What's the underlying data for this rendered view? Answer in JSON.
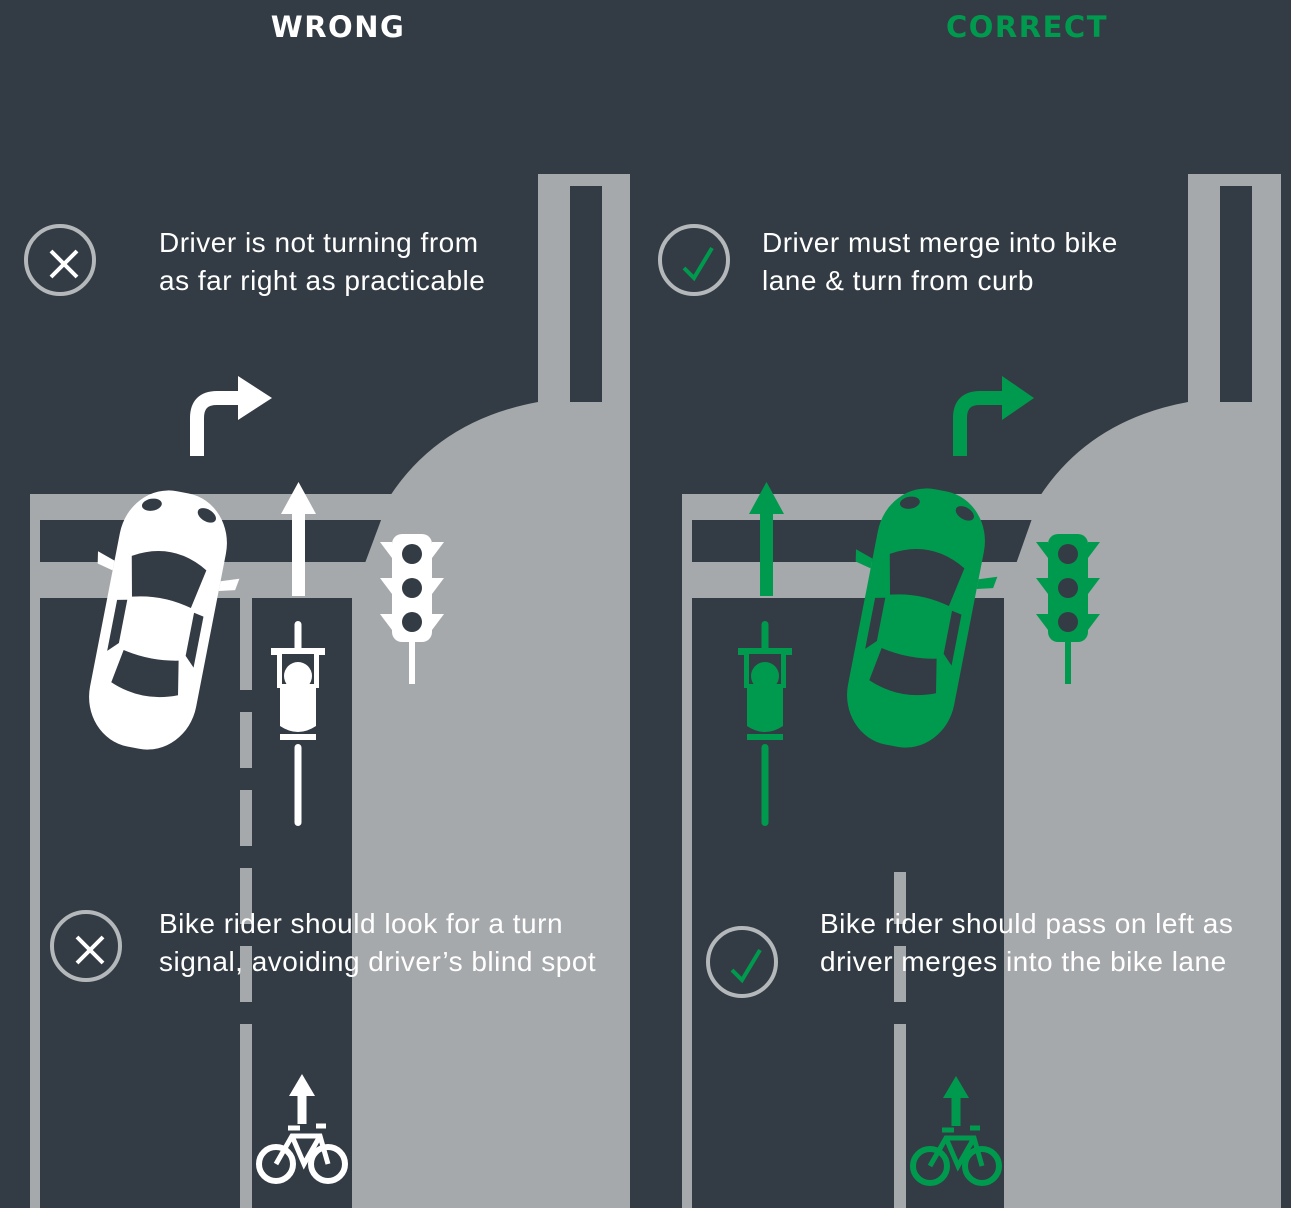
{
  "colors": {
    "background": "#333c44",
    "road": "#a6a9ac",
    "wrong": "#ffffff",
    "correct": "#009a4e",
    "badge_ring": "#b4b8bb"
  },
  "panels": {
    "wrong": {
      "heading": "WRONG",
      "driver_note": "Driver is not turning from\nas far right as practicable",
      "rider_note": "Bike rider should look for a turn\nsignal, avoiding driver’s blind spot",
      "badge_icon": "x-mark-icon"
    },
    "correct": {
      "heading": "CORRECT",
      "driver_note": "Driver must merge into bike\nlane & turn from curb",
      "rider_note": "Bike rider should pass on left as\ndriver merges into the bike lane",
      "badge_icon": "check-mark-icon"
    }
  },
  "icons": [
    "car-icon",
    "bicycle-rider-icon",
    "traffic-light-icon",
    "turn-right-arrow-icon",
    "straight-arrow-icon",
    "bike-lane-symbol-icon"
  ]
}
